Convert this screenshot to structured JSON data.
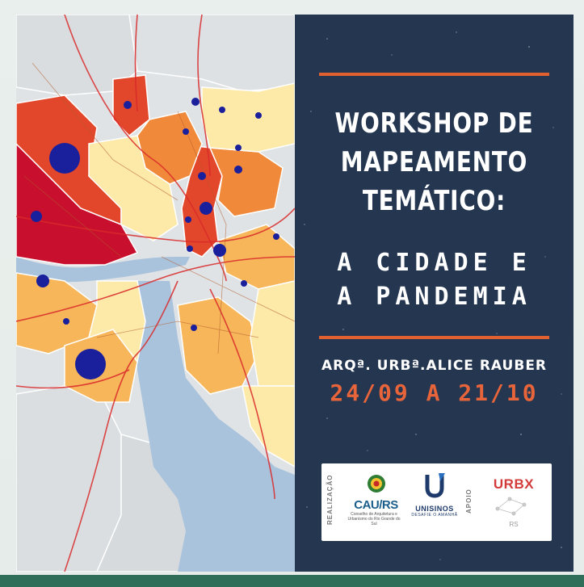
{
  "poster": {
    "title_lines": [
      "WORKSHOP DE",
      "MAPEAMENTO",
      "TEMÁTICO:"
    ],
    "subtitle_lines": [
      "A CIDADE E",
      "A PANDEMIA"
    ],
    "author": "ARQª. URBª.ALICE RAUBER",
    "dates": "24/09 A 21/10"
  },
  "sponsors": {
    "realizacao_label": "REALIZAÇÃO",
    "apoio_label": "APOIO",
    "cau_name": "CAU/RS",
    "cau_sub": "Conselho de Arquitetura e Urbanismo do Rio Grande do Sul",
    "unisinos_name": "UNISINOS",
    "unisinos_sub": "DESAFIE O AMANHÃ",
    "urbx_name": "URBX",
    "urbx_sub": "RS"
  },
  "colors": {
    "panel_bg": "#243650",
    "accent": "#e0612f",
    "date_color": "#e8643a",
    "map_dark_red": "#c8102e",
    "map_red": "#e2472b",
    "map_orange": "#f08a3a",
    "map_light_orange": "#f7b65a",
    "map_pale": "#fde9a8",
    "map_water": "#a9c3dd",
    "bubble": "#1a1f9c"
  }
}
